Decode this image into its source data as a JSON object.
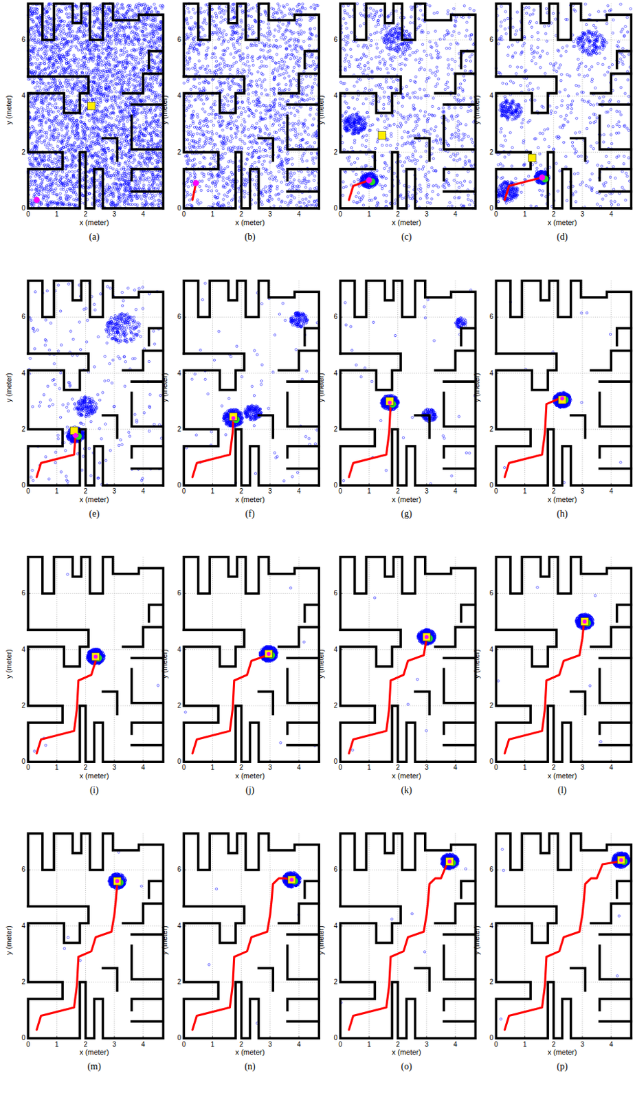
{
  "diagram": {
    "labels": [
      "0",
      "2",
      "4",
      "6",
      "y (meter)",
      "0",
      "1",
      "2",
      "3",
      "4",
      "x (meter)",
      "(a)",
      "0",
      "2",
      "4",
      "6",
      "y (meter)",
      "0",
      "1",
      "2",
      "3",
      "4",
      "x (meter)",
      "(b)",
      "0",
      "2",
      "4",
      "6",
      "y (meter)",
      "0",
      "1",
      "2",
      "3",
      "4",
      "x (meter)",
      "(c)",
      "0",
      "2",
      "4",
      "6",
      "y (meter)",
      "0",
      "1",
      "2",
      "3",
      "4",
      "x (meter)",
      "(d)",
      "0",
      "2",
      "4",
      "6",
      "y (meter)",
      "0",
      "1",
      "2",
      "3",
      "4",
      "x (meter)",
      "(e)",
      "0",
      "2",
      "4",
      "6",
      "y (meter)",
      "0",
      "1",
      "2",
      "3",
      "4",
      "x (meter)",
      "(f)",
      "0",
      "2",
      "4",
      "6",
      "y (meter)",
      "0",
      "1",
      "2",
      "3",
      "4",
      "x (meter)",
      "(g)",
      "0",
      "2",
      "4",
      "6",
      "y (meter)",
      "0",
      "1",
      "2",
      "3",
      "4",
      "x (meter)",
      "(h)",
      "0",
      "2",
      "4",
      "6",
      "y (meter)",
      "0",
      "1",
      "2",
      "3",
      "4",
      "x (meter)",
      "(i)",
      "0",
      "2",
      "4",
      "6",
      "y (meter)",
      "0",
      "1",
      "2",
      "3",
      "4",
      "x (meter)",
      "(j)",
      "0",
      "2",
      "4",
      "6",
      "y (meter)",
      "0",
      "1",
      "2",
      "3",
      "4",
      "x (meter)",
      "(k)",
      "0",
      "2",
      "4",
      "6",
      "y (meter)",
      "0",
      "1",
      "2",
      "3",
      "4",
      "x (meter)",
      "(l)",
      "0",
      "2",
      "4",
      "6",
      "y (meter)",
      "0",
      "1",
      "2",
      "3",
      "4",
      "x (meter)",
      "(m)",
      "0",
      "2",
      "4",
      "6",
      "y (meter)",
      "0",
      "1",
      "2",
      "3",
      "4",
      "x (meter)",
      "(n)",
      "0",
      "2",
      "4",
      "6",
      "y (meter)",
      "0",
      "1",
      "2",
      "3",
      "4",
      "x (meter)",
      "(o)",
      "0",
      "2",
      "4",
      "6",
      "y (meter)",
      "0",
      "1",
      "2",
      "3",
      "4",
      "x (meter)",
      "(p)"
    ]
  }
}
